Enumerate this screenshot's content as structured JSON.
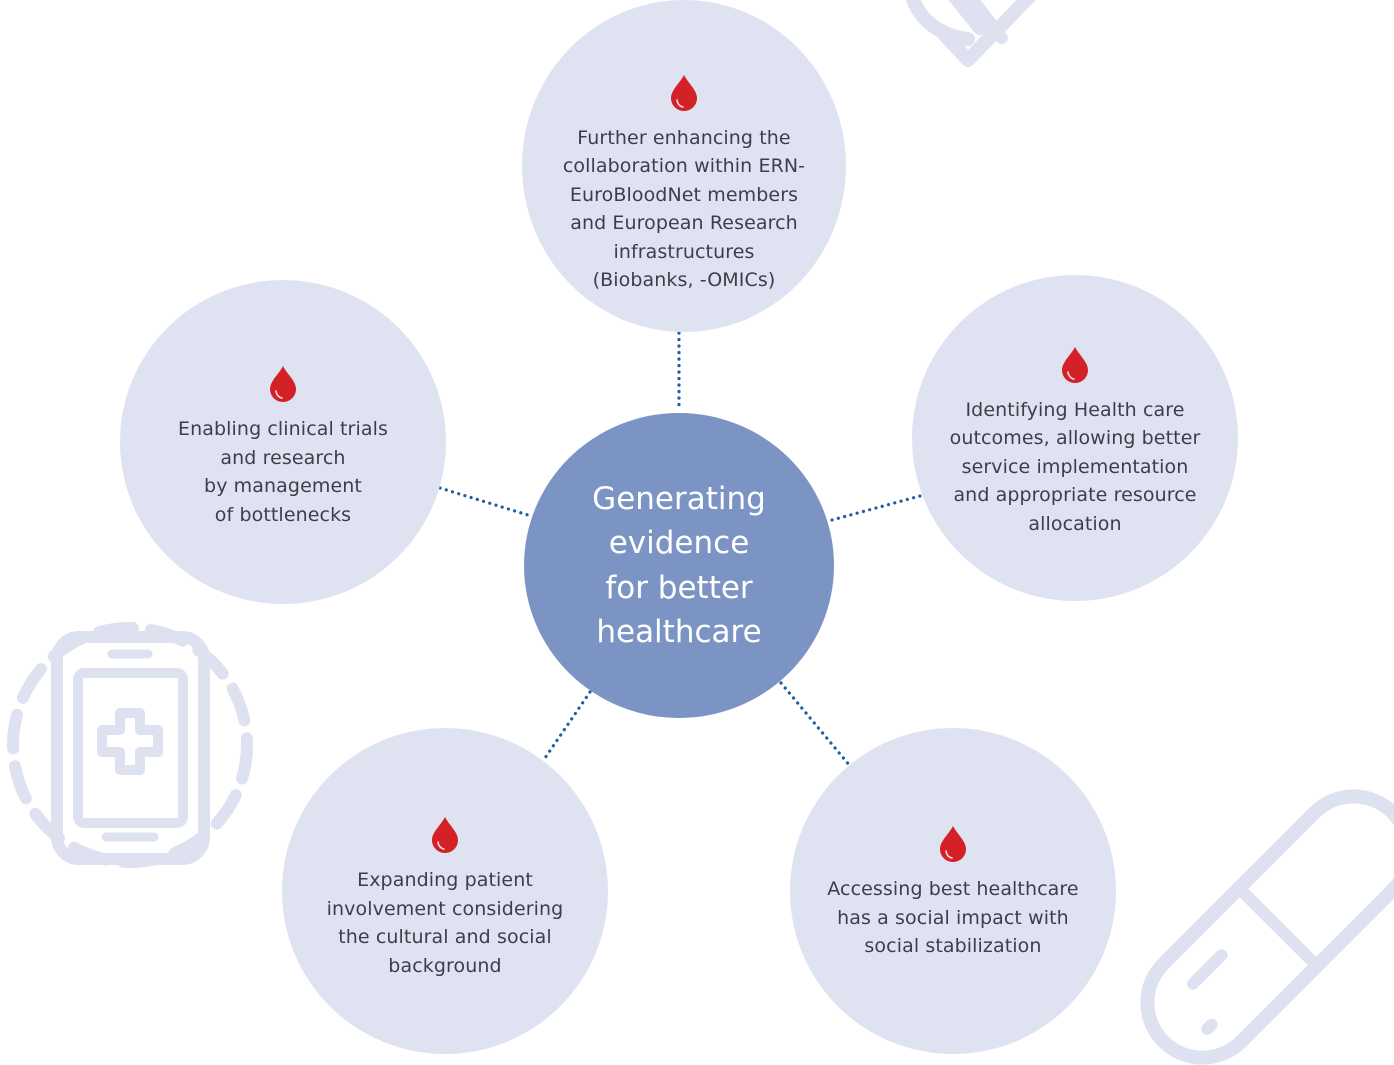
{
  "center": {
    "title": "Generating\nevidence\nfor better\nhealthcare"
  },
  "nodes": [
    {
      "id": "top",
      "icon": "blood-drop-icon",
      "text": "Further enhancing the\ncollaboration within ERN-\nEuroBloodNet members\nand European Research\ninfrastructures\n(Biobanks, -OMICs)"
    },
    {
      "id": "left",
      "icon": "blood-drop-icon",
      "text": "Enabling clinical trials\nand research\nby management\nof bottlenecks"
    },
    {
      "id": "right",
      "icon": "blood-drop-icon",
      "text": "Identifying Health care\noutcomes, allowing better\nservice implementation\nand appropriate resource\nallocation"
    },
    {
      "id": "bottom-left",
      "icon": "blood-drop-icon",
      "text": "Expanding patient\ninvolvement considering\nthe cultural and social\nbackground"
    },
    {
      "id": "bottom-right",
      "icon": "blood-drop-icon",
      "text": "Accessing best healthcare\nhas a social impact with\nsocial stabilization"
    }
  ],
  "decorations": [
    "capsule-icon",
    "mobile-health-icon",
    "capsule-icon"
  ],
  "colors": {
    "center_fill": "#7b94c4",
    "node_fill": "#dfe3f1",
    "connector": "#1f5fa0",
    "drop": "#d42027",
    "text": "#3b3f4a",
    "decoration": "#dde1f0"
  }
}
